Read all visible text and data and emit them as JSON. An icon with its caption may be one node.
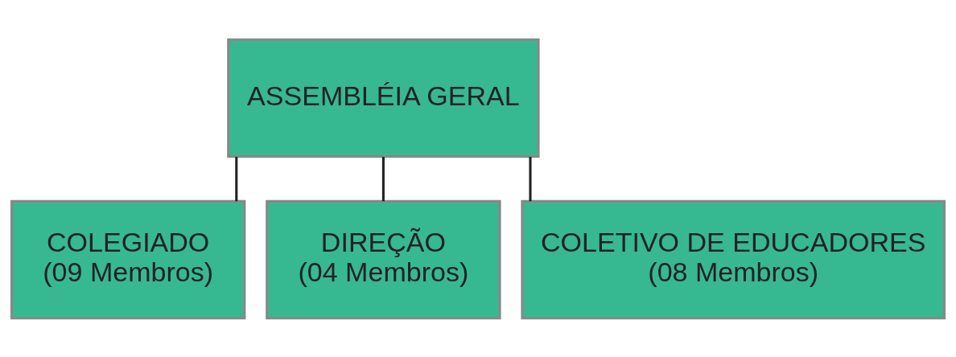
{
  "diagram": {
    "nodes": [
      {
        "text": [
          "ASSEMBLÉIA GERAL"
        ]
      },
      {
        "text": [
          "COLEGIADO",
          "(09 Membros)"
        ]
      },
      {
        "text": [
          "DIREÇÃO",
          "(04 Membros)"
        ]
      },
      {
        "text": [
          "COLETIVO DE EDUCADORES",
          "(08 Membros)"
        ]
      }
    ],
    "edges": [
      {
        "from": 0,
        "to": 1,
        "arrow": "none"
      },
      {
        "from": 0,
        "to": 2,
        "arrow": "none"
      },
      {
        "from": 0,
        "to": 3,
        "arrow": "none"
      }
    ]
  }
}
